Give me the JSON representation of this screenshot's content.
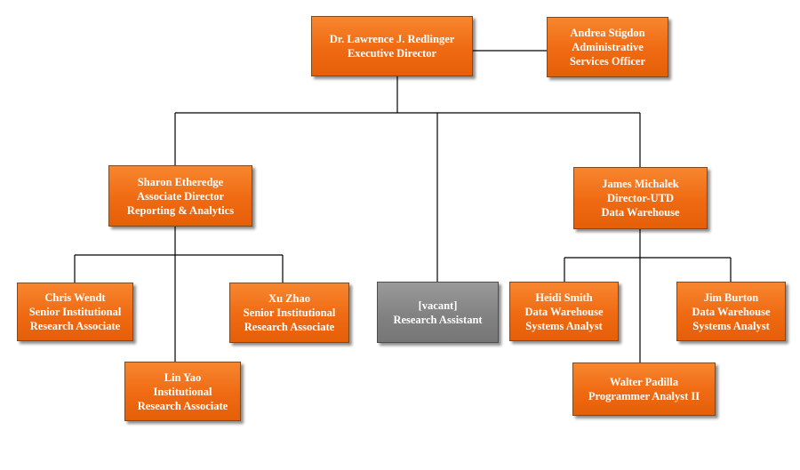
{
  "nodes": {
    "executive": {
      "name": "Dr. Lawrence J. Redlinger",
      "title": "Executive Director"
    },
    "admin": {
      "name": "Andrea Stigdon",
      "title1": "Administrative",
      "title2": "Services  Officer"
    },
    "assoc_director": {
      "name": "Sharon Etheredge",
      "title1": "Associate Director",
      "title2": "Reporting & Analytics"
    },
    "director_utd": {
      "name": "James Michalek",
      "title1": "Director-UTD",
      "title2": "Data Warehouse"
    },
    "vacant": {
      "name": "[vacant]",
      "title": "Research Assistant"
    },
    "chris": {
      "name": "Chris Wendt",
      "title1": "Senior Institutional",
      "title2": "Research Associate"
    },
    "xu": {
      "name": "Xu Zhao",
      "title1": "Senior Institutional",
      "title2": "Research Associate"
    },
    "lin": {
      "name": "Lin Yao",
      "title1": "Institutional",
      "title2": "Research Associate"
    },
    "heidi": {
      "name": "Heidi Smith",
      "title1": "Data Warehouse",
      "title2": "Systems Analyst"
    },
    "jim": {
      "name": "Jim Burton",
      "title1": "Data Warehouse",
      "title2": "Systems Analyst"
    },
    "walter": {
      "name": "Walter Padilla",
      "title": "Programmer Analyst II"
    }
  },
  "colors": {
    "box_fill": "#ef6a12",
    "vacant_fill": "#828282",
    "text": "#ffffff",
    "line": "#000000"
  }
}
